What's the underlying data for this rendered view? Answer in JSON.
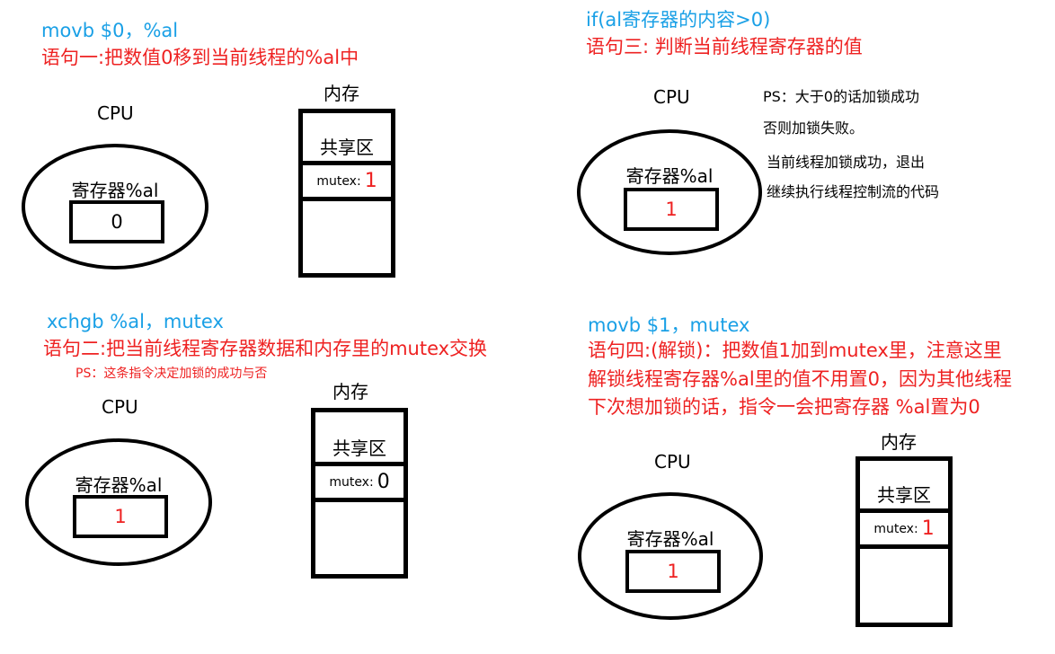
{
  "colors": {
    "instruction": "#1aa0e6",
    "description": "#ee2222",
    "value_red": "#ee2222",
    "stroke": "#000000"
  },
  "panels": [
    {
      "id": "step1",
      "instruction": "movb $0，%al",
      "description": "语句一:把数值0移到当前线程的%al中",
      "cpu_label": "CPU",
      "register_label": "寄存器%al",
      "register_value": "0",
      "register_value_color": "black",
      "memory_label": "内存",
      "shared_label": "共享区",
      "mutex_key": "mutex:",
      "mutex_value": "1",
      "mutex_value_color": "red"
    },
    {
      "id": "step2",
      "instruction": "xchgb %al，mutex",
      "description": "语句二:把当前线程寄存器数据和内存里的mutex交换",
      "ps": "PS：这条指令决定加锁的成功与否",
      "cpu_label": "CPU",
      "register_label": "寄存器%al",
      "register_value": "1",
      "register_value_color": "red",
      "memory_label": "内存",
      "shared_label": "共享区",
      "mutex_key": "mutex:",
      "mutex_value": "0",
      "mutex_value_color": "black"
    },
    {
      "id": "step3",
      "instruction": "if(al寄存器的内容>0)",
      "description": "语句三: 判断当前线程寄存器的值",
      "notes": [
        "PS：大于0的话加锁成功",
        "否则加锁失败。",
        "当前线程加锁成功，退出",
        "继续执行线程控制流的代码"
      ],
      "cpu_label": "CPU",
      "register_label": "寄存器%al",
      "register_value": "1",
      "register_value_color": "red"
    },
    {
      "id": "step4",
      "instruction": "movb $1，mutex",
      "description_lines": [
        "语句四:(解锁)：把数值1加到mutex里，注意这里",
        "解锁线程寄存器%al里的值不用置0，因为其他线程",
        "下次想加锁的话，指令一会把寄存器 %al置为0"
      ],
      "cpu_label": "CPU",
      "register_label": "寄存器%al",
      "register_value": "1",
      "register_value_color": "red",
      "memory_label": "内存",
      "shared_label": "共享区",
      "mutex_key": "mutex:",
      "mutex_value": "1",
      "mutex_value_color": "red"
    }
  ]
}
